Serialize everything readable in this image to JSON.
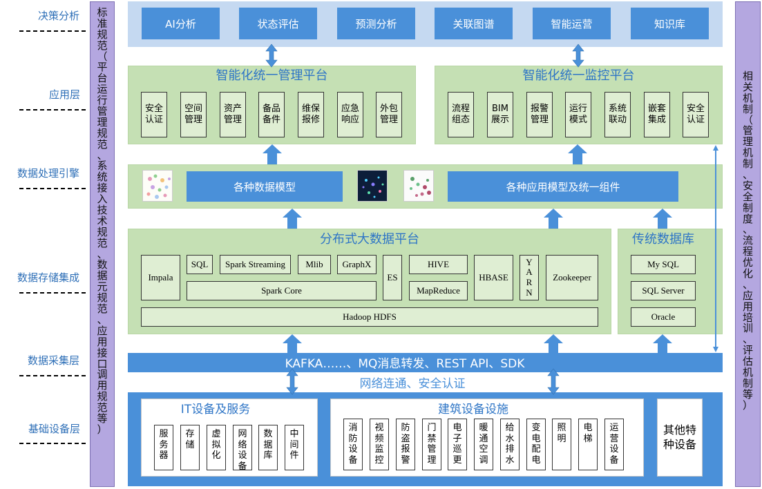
{
  "left_labels": [
    "决策分析",
    "应用层",
    "数据处理引擎",
    "数据存储集成",
    "数据采集层",
    "基础设备层"
  ],
  "left_bar": "标准规范（平台运行管理规范、系统接入技术规范、数据元规范、应用接口调用规范等）",
  "right_bar": "相关机制（管理机制、安全制度、流程优化、应用培训、评估机制等）",
  "decision": [
    "AI分析",
    "状态评估",
    "预测分析",
    "关联图谱",
    "智能运营",
    "知识库"
  ],
  "mgmt": {
    "title": "智能化统一管理平台",
    "items": [
      "安全认证",
      "空间管理",
      "资产管理",
      "备品备件",
      "维保报修",
      "应急响应",
      "外包管理"
    ]
  },
  "monitor": {
    "title": "智能化统一监控平台",
    "items": [
      "流程组态",
      "BIM展示",
      "报警管理",
      "运行模式",
      "系统联动",
      "嵌套集成",
      "安全认证"
    ]
  },
  "engine": {
    "data_models": "各种数据模型",
    "app_models": "各种应用模型及统一组件"
  },
  "bigdata": {
    "title": "分布式大数据平台",
    "impala": "Impala",
    "sql": "SQL",
    "spark_streaming": "Spark Streaming",
    "mlib": "Mlib",
    "graphx": "GraphX",
    "spark_core": "Spark Core",
    "es": "ES",
    "hive": "HIVE",
    "mapreduce": "MapReduce",
    "hbase": "HBASE",
    "yarn": "YARN",
    "zookeeper": "Zookeeper",
    "hdfs": "Hadoop HDFS"
  },
  "traditional_db": {
    "title": "传统数据库",
    "items": [
      "My SQL",
      "SQL Server",
      "Oracle"
    ]
  },
  "collect": {
    "bar": "KAFKA……、MQ消息转发、REST API、SDK",
    "sub": "网络连通、安全认证"
  },
  "it": {
    "title": "IT设备及服务",
    "items": [
      "服务器",
      "存储",
      "虚拟化",
      "网络设备",
      "数据库",
      "中间件"
    ]
  },
  "building": {
    "title": "建筑设备设施",
    "items": [
      "消防设备",
      "视频监控",
      "防盗报警",
      "门禁管理",
      "电子巡更",
      "暖通空调",
      "给水排水",
      "变电配电",
      "照明",
      "电梯",
      "运营设备"
    ]
  },
  "other": "其他特种设备",
  "colors": {
    "blue": "#4a90d9",
    "green": "#c5e0b4",
    "purple": "#b4a7e0",
    "title_blue": "#2e75c6"
  }
}
